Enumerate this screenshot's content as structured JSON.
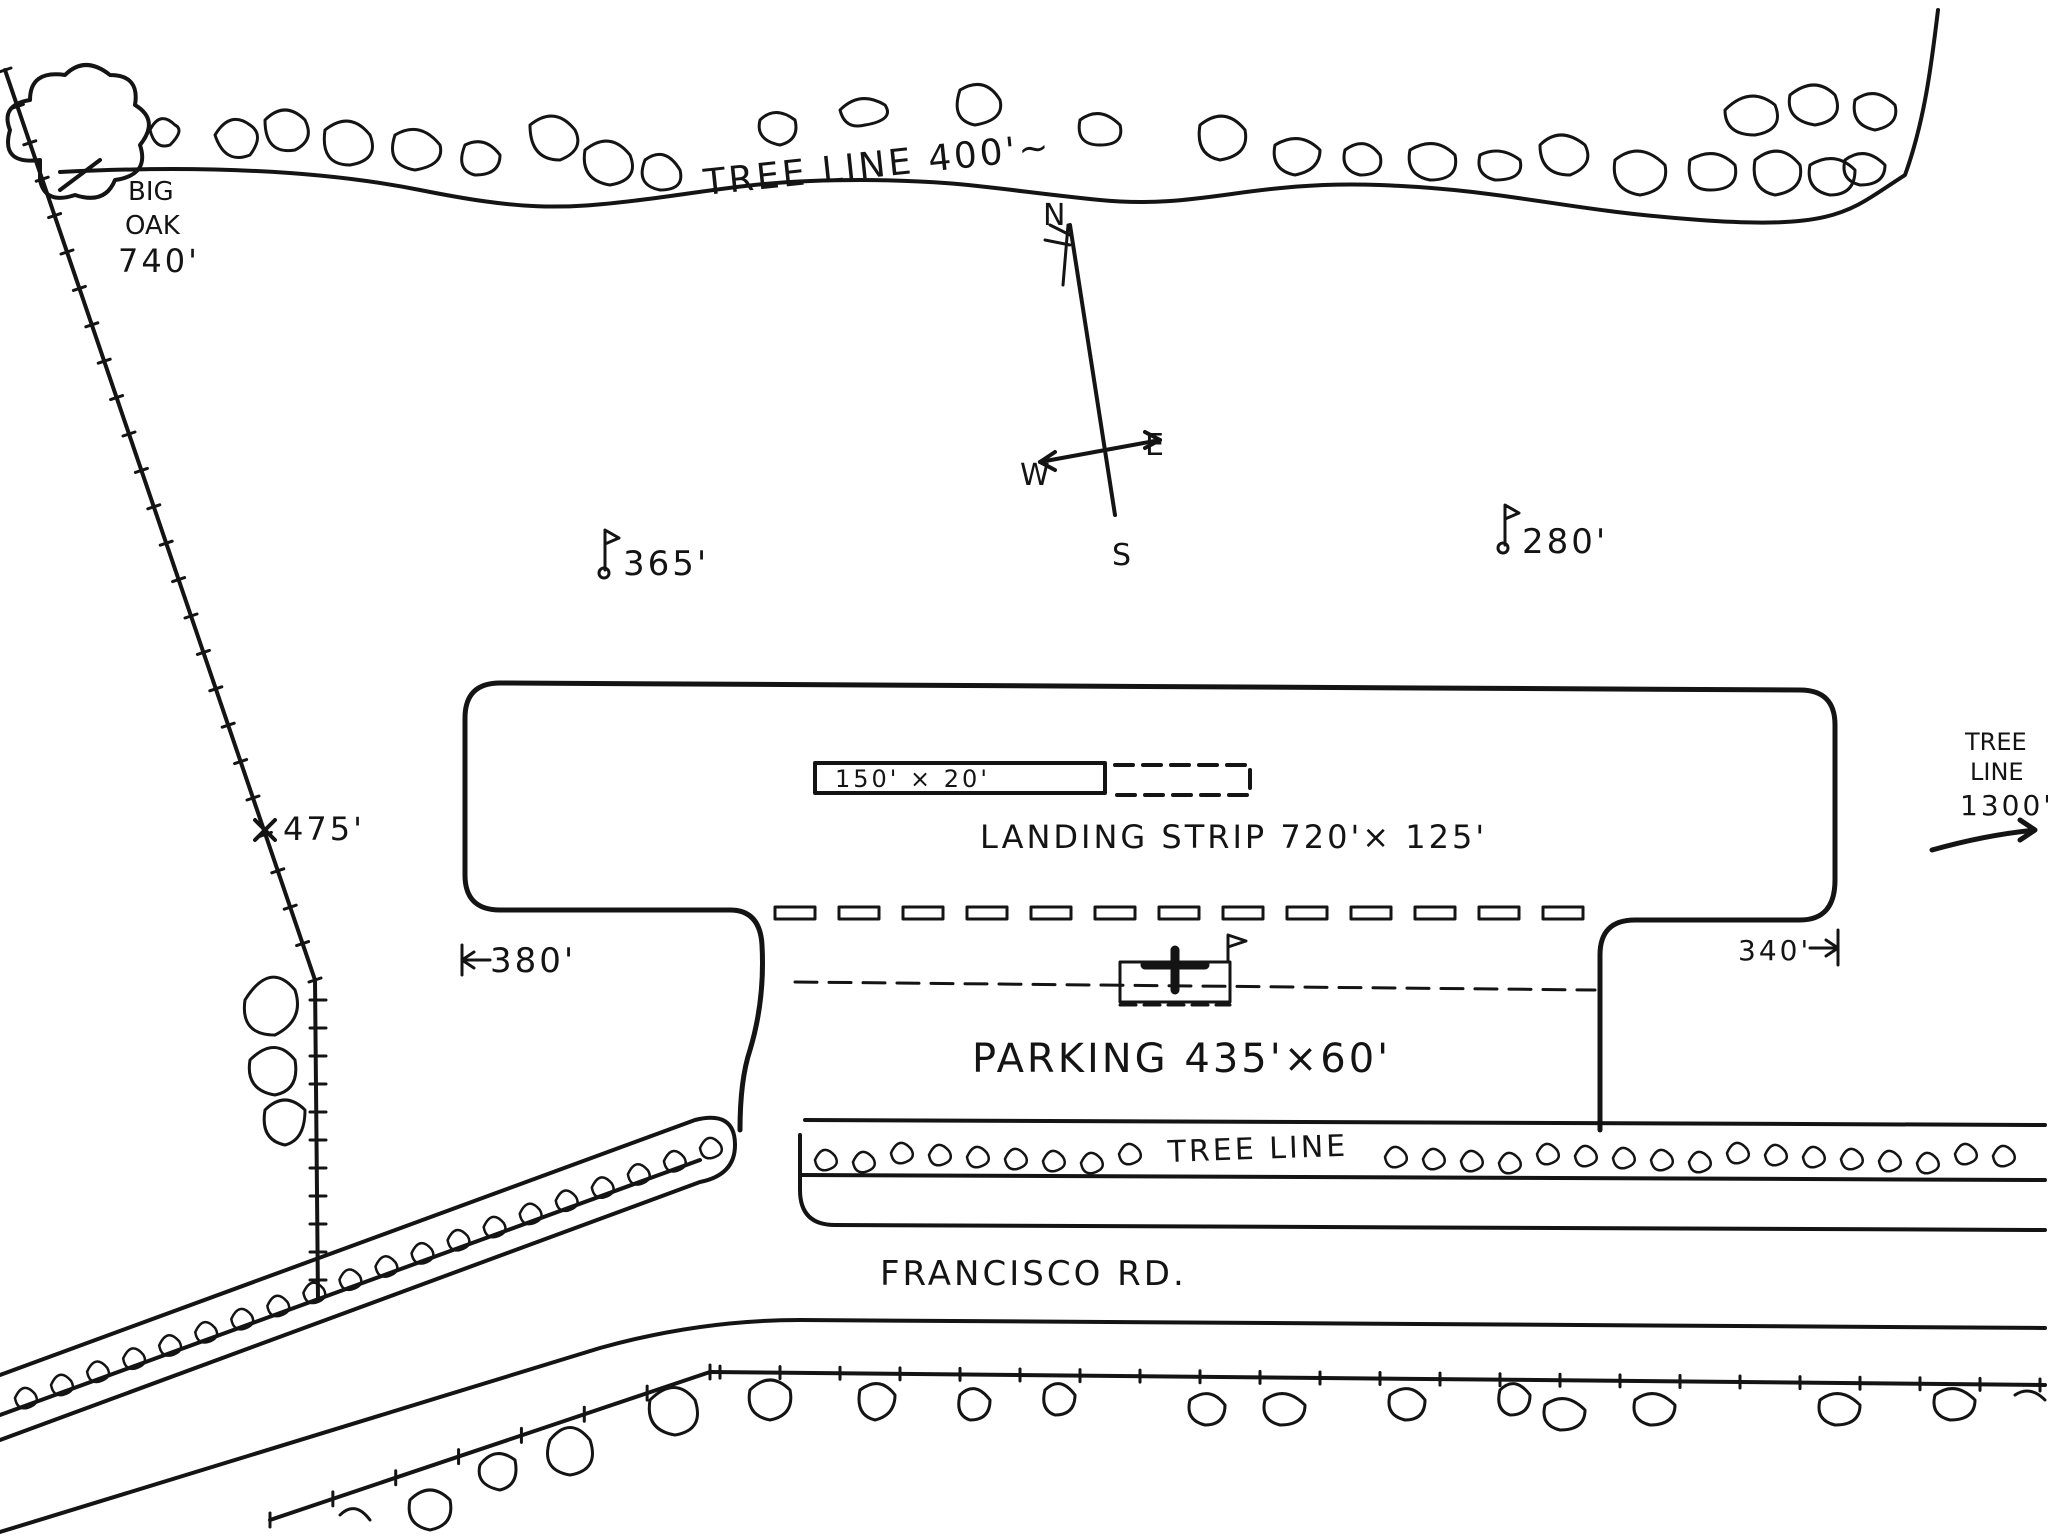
{
  "landmarks": {
    "big_oak_line1": "BIG",
    "big_oak_line2": "OAK",
    "big_oak_distance": "740'",
    "tree_line_north": "TREE LINE 400'~",
    "tree_line_east_line1": "TREE",
    "tree_line_east_line2": "LINE",
    "tree_line_east_distance": "1300'",
    "tree_line_south": "TREE LINE"
  },
  "compass": {
    "north": "N",
    "south": "S",
    "east": "E",
    "west": "W"
  },
  "distances": {
    "flag_west": "365'",
    "flag_east": "280'",
    "fence_post": "475'",
    "strip_west_edge": "380'",
    "strip_east_edge": "340'"
  },
  "areas": {
    "windsock_pad": "150' × 20'",
    "landing_strip": "LANDING STRIP 720'× 125'",
    "parking": "PARKING 435'×60'",
    "road": "FRANCISCO RD."
  },
  "colors": {
    "ink": "#141414",
    "paper": "#ffffff"
  }
}
